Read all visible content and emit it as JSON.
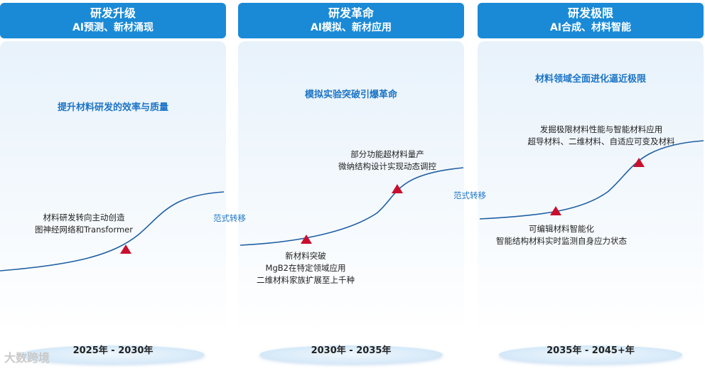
{
  "stages": [
    {
      "title": "研发升级",
      "subtitle": "AI预测、新材涌现",
      "theme": "提升材料研发的效率与质量",
      "notes": [
        {
          "lines": [
            "材料研发转向主动创造",
            "图神经网络和Transformer"
          ]
        }
      ],
      "year": "2025年 - 2030年"
    },
    {
      "title": "研发革命",
      "subtitle": "AI模拟、新材应用",
      "theme": "模拟实验突破引爆革命",
      "notes": [
        {
          "lines": [
            "新材料突破",
            "MgB2在特定领域应用",
            "二维材料家族扩展至上千种"
          ]
        },
        {
          "lines": [
            "部分功能超材料量产",
            "微纳结构设计实现动态调控"
          ]
        }
      ],
      "year": "2030年 - 2035年"
    },
    {
      "title": "研发极限",
      "subtitle": "AI合成、材料智能",
      "theme": "材料领域全面进化逼近极限",
      "notes": [
        {
          "lines": [
            "可编辑材料智能化",
            "智能结构材料实时监测自身应力状态"
          ]
        },
        {
          "lines": [
            "发掘极限材料性能与智能材料应用",
            "超导材料、二维材料、自适应可变及材料"
          ]
        }
      ],
      "year": "2035年 - 2045+年"
    }
  ],
  "transitions": [
    "范式转移",
    "范式转移"
  ],
  "colors": {
    "accent": "#1b8ad6",
    "marker": "#c8102e",
    "text_blue": "#1b74c6"
  },
  "watermark": "大数跨境"
}
